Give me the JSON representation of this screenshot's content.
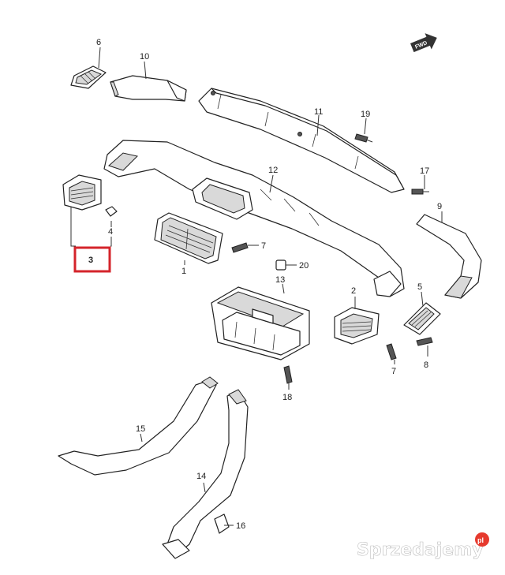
{
  "diagram": {
    "forward_marker": "FWD",
    "highlighted_callout": "3",
    "highlight_color": "#d4242b",
    "callouts": {
      "c1": "1",
      "c2": "2",
      "c3": "3",
      "c4": "4",
      "c5": "5",
      "c6": "6",
      "c7a": "7",
      "c7b": "7",
      "c8": "8",
      "c9": "9",
      "c10": "10",
      "c11": "11",
      "c12": "12",
      "c13": "13",
      "c14": "14",
      "c15": "15",
      "c16": "16",
      "c18": "18",
      "c19": "19",
      "c20": "20",
      "c17": "17"
    }
  },
  "watermark": {
    "text": "Sprzedajemy",
    "badge": "pl",
    "badge_color": "#e63a2e"
  }
}
